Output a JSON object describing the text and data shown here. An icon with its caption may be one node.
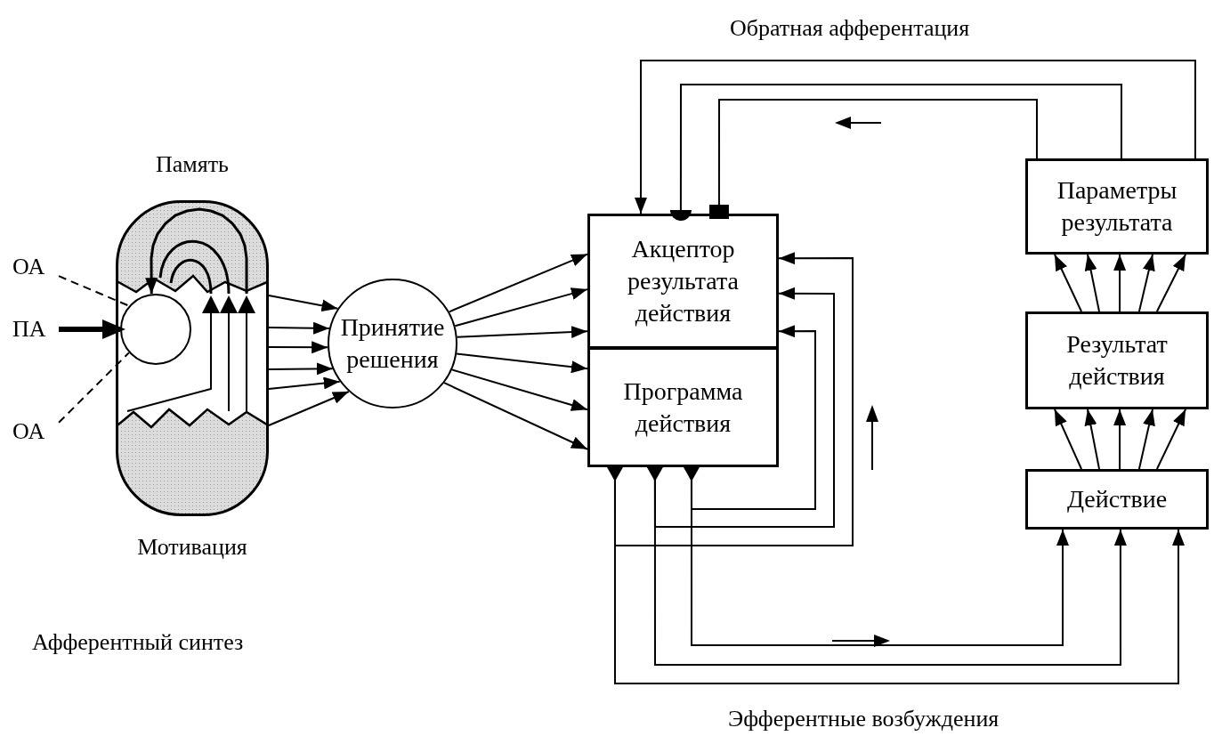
{
  "diagram": {
    "nodes": [
      {
        "text": [
          "Память",
          "Мотивация"
        ]
      },
      {
        "text": [],
        "shape": "circle",
        "in": 0
      },
      {
        "text": [
          "ОА"
        ]
      },
      {
        "text": [
          "ПА"
        ]
      },
      {
        "text": [
          "ОА"
        ]
      },
      {
        "text": [
          "Принятие решения"
        ]
      },
      {
        "text": [
          "Акцептор результата действия"
        ]
      },
      {
        "text": [
          "Программа действия"
        ]
      },
      {
        "text": [
          "Параметры результата"
        ]
      },
      {
        "text": [
          "Результат действия"
        ]
      },
      {
        "text": [
          "Действие"
        ]
      }
    ],
    "edges": [
      {
        "from": 2,
        "to": 1,
        "arrow": "none",
        "style": "dashed"
      },
      {
        "from": 3,
        "to": 1,
        "arrow": "to",
        "style": "thick"
      },
      {
        "from": 4,
        "to": 1,
        "arrow": "none",
        "style": "dashed"
      },
      {
        "from": 0,
        "to": 5,
        "arrow": "to"
      },
      {
        "from": 0,
        "to": 5,
        "arrow": "to"
      },
      {
        "from": 0,
        "to": 5,
        "arrow": "to"
      },
      {
        "from": 0,
        "to": 5,
        "arrow": "to"
      },
      {
        "from": 0,
        "to": 5,
        "arrow": "to"
      },
      {
        "from": 0,
        "to": 5,
        "arrow": "to"
      },
      {
        "from": 5,
        "to": 6,
        "arrow": "to"
      },
      {
        "from": 5,
        "to": 6,
        "arrow": "to"
      },
      {
        "from": 5,
        "to": 6,
        "arrow": "to"
      },
      {
        "from": 5,
        "to": 7,
        "arrow": "to"
      },
      {
        "from": 5,
        "to": 7,
        "arrow": "to"
      },
      {
        "from": 5,
        "to": 7,
        "arrow": "to"
      },
      {
        "from": 7,
        "to": 10,
        "arrow": "to"
      },
      {
        "from": 7,
        "to": 10,
        "arrow": "to"
      },
      {
        "from": 7,
        "to": 10,
        "arrow": "to"
      },
      {
        "from": 7,
        "to": 6,
        "arrow": "to"
      },
      {
        "from": 7,
        "to": 6,
        "arrow": "to"
      },
      {
        "from": 7,
        "to": 6,
        "arrow": "to"
      },
      {
        "from": 8,
        "to": 6,
        "arrow": "to"
      },
      {
        "from": 8,
        "to": 6,
        "arrow": "other"
      },
      {
        "from": 8,
        "to": 6,
        "arrow": "other"
      },
      {
        "from": 10,
        "to": 9,
        "arrow": "to"
      },
      {
        "from": 10,
        "to": 9,
        "arrow": "to"
      },
      {
        "from": 10,
        "to": 9,
        "arrow": "to"
      },
      {
        "from": 10,
        "to": 9,
        "arrow": "to"
      },
      {
        "from": 10,
        "to": 9,
        "arrow": "to"
      },
      {
        "from": 9,
        "to": 8,
        "arrow": "to"
      },
      {
        "from": 9,
        "to": 8,
        "arrow": "to"
      },
      {
        "from": 9,
        "to": 8,
        "arrow": "to"
      },
      {
        "from": 9,
        "to": 8,
        "arrow": "to"
      },
      {
        "from": 9,
        "to": 8,
        "arrow": "to"
      },
      {
        "from": 0,
        "to": 1,
        "arrow": "to"
      }
    ],
    "labels": [
      "Обратная афферентация",
      "Афферентный синтез",
      "Эфферентные возбуждения"
    ]
  }
}
